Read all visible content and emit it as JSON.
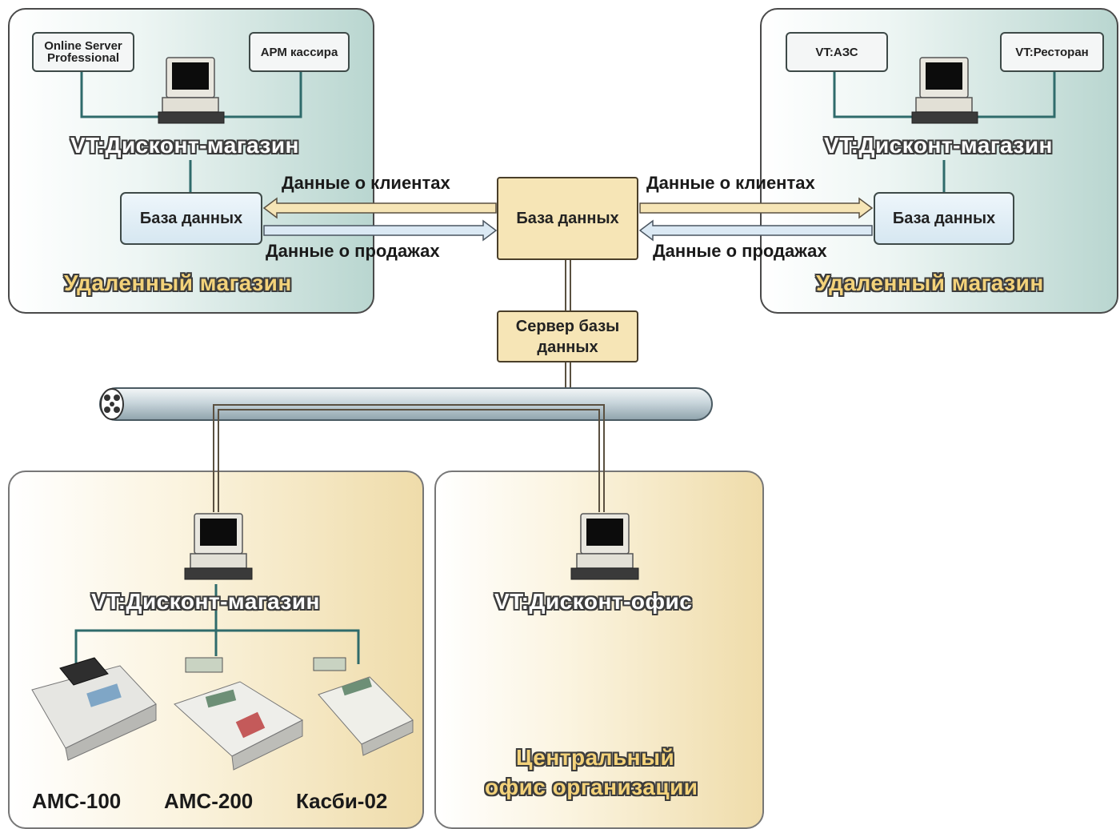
{
  "top_left": {
    "title": "VT:Дисконт-магазин",
    "footer": "Удаленный магазин",
    "box_left": "Online Server Professional",
    "box_right": "АРМ кассира",
    "database": "База данных"
  },
  "top_right": {
    "title": "VT:Дисконт-магазин",
    "footer": "Удаленный магазин",
    "box_left": "VT:АЗС",
    "box_right": "VT:Ресторан",
    "database": "База данных"
  },
  "center": {
    "database": "База данных",
    "server": "Сервер базы данных",
    "arrow_clients_left": "Данные о клиентах",
    "arrow_sales_left": "Данные о продажах",
    "arrow_clients_right": "Данные о клиентах",
    "arrow_sales_right": "Данные о продажах"
  },
  "bottom_left": {
    "title": "VT:Дисконт-магазин",
    "models": [
      "АМС-100",
      "АМС-200",
      "Касби-02"
    ]
  },
  "bottom_right": {
    "title": "VT:Дисконт-офис",
    "footer_line1": "Центральный",
    "footer_line2": "офис организации"
  },
  "colors": {
    "teal_panel": "#b9d6d0",
    "beige_panel": "#efdcaa",
    "connector": "#2f6b6b",
    "arrow_tan": "#f6e5b6",
    "arrow_blue": "#dbe9f4"
  }
}
